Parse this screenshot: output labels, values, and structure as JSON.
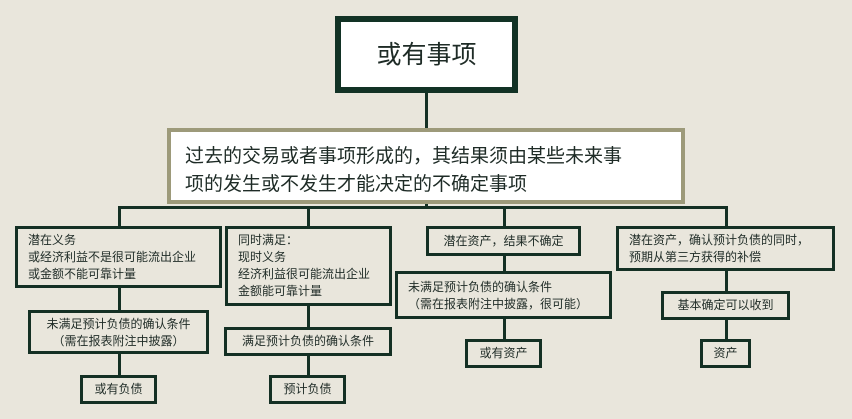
{
  "root": {
    "label": "或有事项"
  },
  "definition": {
    "lines": [
      "过去的交易或者事项形成的，其结果须由某些未来事",
      "项的发生或不发生才能决定的不确定事项"
    ]
  },
  "branches": [
    {
      "condition": {
        "lines": [
          "潜在义务",
          "或经济利益不是很可能流出企业",
          "或金额不能可靠计量"
        ]
      },
      "criteria": {
        "lines": [
          "未满足预计负债的确认条件",
          "（需在报表附注中披露）"
        ]
      },
      "result": {
        "label": "或有负债"
      }
    },
    {
      "condition": {
        "lines": [
          "同时满足：",
          "现时义务",
          "经济利益很可能流出企业",
          "金额能可靠计量"
        ]
      },
      "criteria": {
        "lines": [
          "满足预计负债的确认条件"
        ]
      },
      "result": {
        "label": "预计负债"
      }
    },
    {
      "condition": {
        "lines": [
          "潜在资产，结果不确定"
        ]
      },
      "criteria": {
        "lines": [
          "未满足预计负债的确认条件",
          "（需在报表附注中披露，很可能）"
        ]
      },
      "result": {
        "label": "或有资产"
      }
    },
    {
      "condition": {
        "lines": [
          "潜在资产，确认预计负债的同时，",
          "预期从第三方获得的补偿"
        ]
      },
      "criteria": {
        "lines": [
          "基本确定可以收到"
        ]
      },
      "result": {
        "label": "资产"
      }
    }
  ],
  "colors": {
    "background": "#e9e6dc",
    "border": "#143024",
    "definition_border": "#9d9a7a"
  }
}
